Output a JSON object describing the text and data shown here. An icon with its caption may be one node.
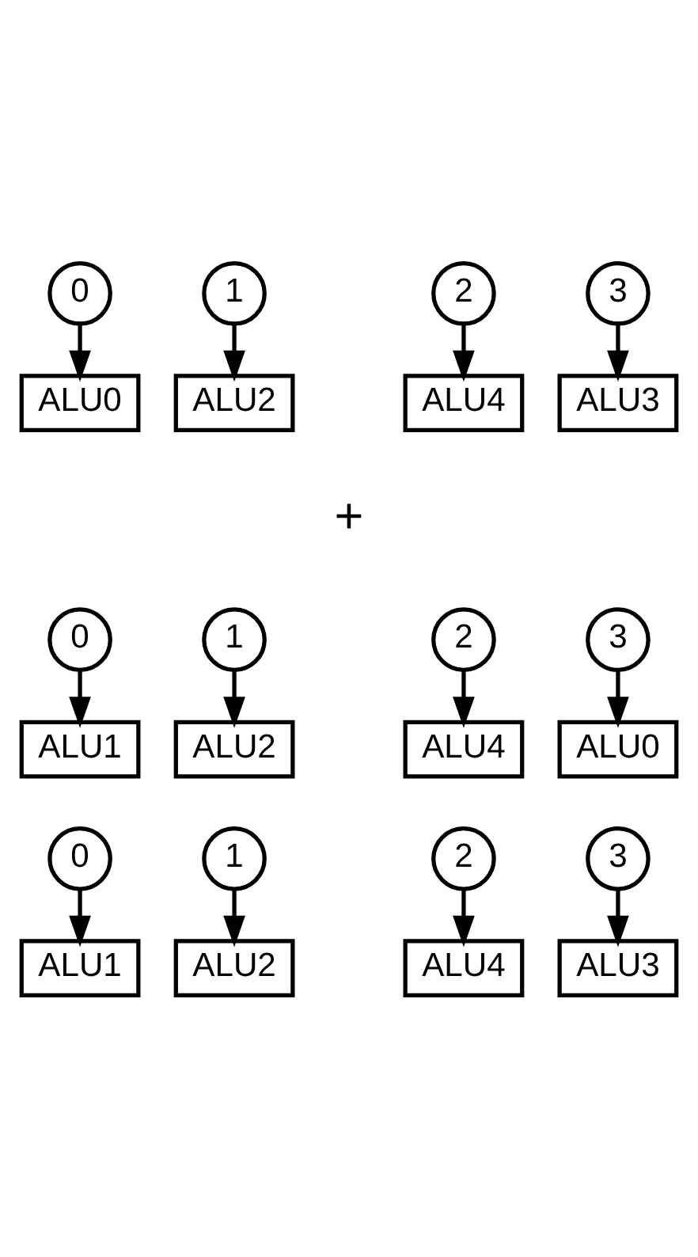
{
  "diagram": {
    "nodes": [
      {
        "text": [
          "0"
        ]
      },
      {
        "text": [
          "1"
        ]
      },
      {
        "text": [
          "2"
        ]
      },
      {
        "text": [
          "3"
        ]
      },
      {
        "text": [
          "ALU0"
        ]
      },
      {
        "text": [
          "ALU2"
        ]
      },
      {
        "text": [
          "ALU4"
        ]
      },
      {
        "text": [
          "ALU3"
        ]
      },
      {
        "text": [
          "0"
        ]
      },
      {
        "text": [
          "1"
        ]
      },
      {
        "text": [
          "2"
        ]
      },
      {
        "text": [
          "3"
        ]
      },
      {
        "text": [
          "ALU1"
        ]
      },
      {
        "text": [
          "ALU2"
        ]
      },
      {
        "text": [
          "ALU4"
        ]
      },
      {
        "text": [
          "ALU0"
        ]
      },
      {
        "text": [
          "0"
        ]
      },
      {
        "text": [
          "1"
        ]
      },
      {
        "text": [
          "2"
        ]
      },
      {
        "text": [
          "3"
        ]
      },
      {
        "text": [
          "ALU1"
        ]
      },
      {
        "text": [
          "ALU2"
        ]
      },
      {
        "text": [
          "ALU4"
        ]
      },
      {
        "text": [
          "ALU3"
        ]
      }
    ],
    "edges": [
      {
        "from": 0,
        "to": 4,
        "arrow": "to"
      },
      {
        "from": 1,
        "to": 5,
        "arrow": "to"
      },
      {
        "from": 2,
        "to": 6,
        "arrow": "to"
      },
      {
        "from": 3,
        "to": 7,
        "arrow": "to"
      },
      {
        "from": 8,
        "to": 12,
        "arrow": "to"
      },
      {
        "from": 9,
        "to": 13,
        "arrow": "to"
      },
      {
        "from": 10,
        "to": 14,
        "arrow": "to"
      },
      {
        "from": 11,
        "to": 15,
        "arrow": "to"
      },
      {
        "from": 16,
        "to": 20,
        "arrow": "to"
      },
      {
        "from": 17,
        "to": 21,
        "arrow": "to"
      },
      {
        "from": 18,
        "to": 22,
        "arrow": "to"
      },
      {
        "from": 19,
        "to": 23,
        "arrow": "to"
      }
    ],
    "labels": [
      "+"
    ]
  }
}
